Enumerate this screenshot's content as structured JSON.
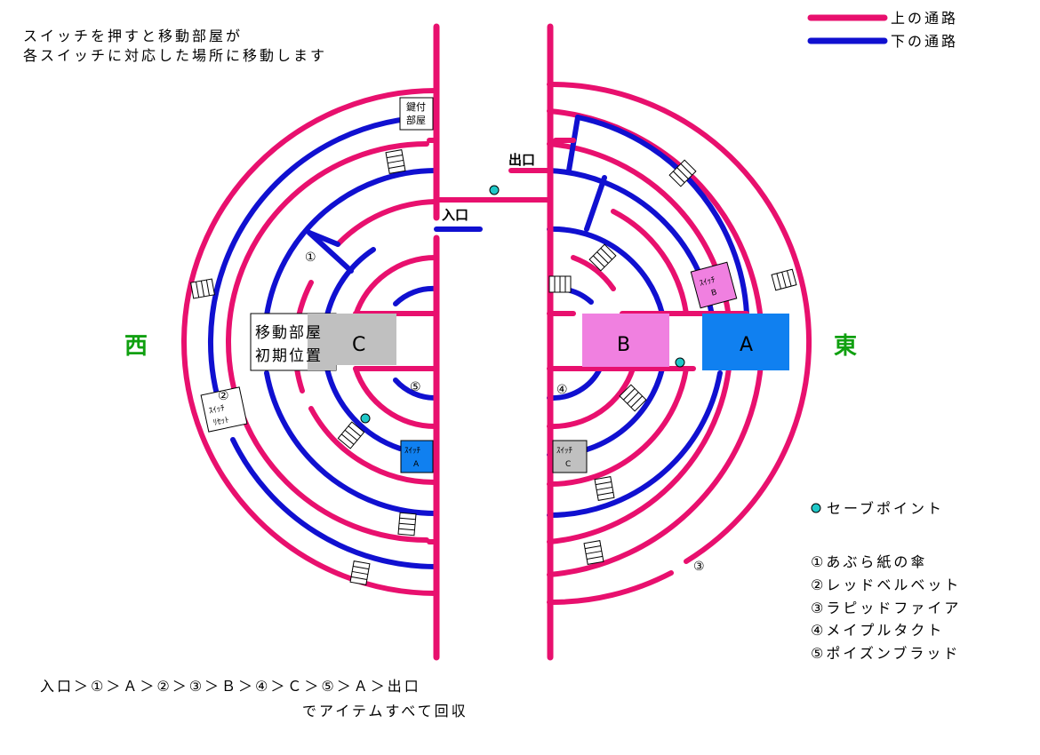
{
  "note": {
    "line1": "スイッチを押すと移動部屋が",
    "line2": "各スイッチに対応した場所に移動します"
  },
  "legend": {
    "upper": {
      "label": "上の通路",
      "color": "#e8106e"
    },
    "lower": {
      "label": "下の通路",
      "color": "#1010d0"
    },
    "save": {
      "label": "セーブポイント",
      "color": "#20c8c8"
    }
  },
  "items": [
    "①あぶら紙の傘",
    "②レッドベルベット",
    "③ラピッドファイア",
    "④メイプルタクト",
    "⑤ポイズンブラッド"
  ],
  "route": {
    "line1": "入口＞①＞Ａ＞②＞③＞Ｂ＞④＞Ｃ＞⑤＞Ａ＞出口",
    "line2": "でアイテムすべて回収"
  },
  "directions": {
    "west": "西",
    "east": "東",
    "color": "#10a010"
  },
  "map": {
    "entrance": "入口",
    "exit": "出口",
    "key_room": [
      "鍵付",
      "部屋"
    ],
    "moving_room": [
      "移動部屋",
      "初期位置"
    ],
    "room_a": "A",
    "room_b": "B",
    "room_c": "C",
    "switch_a": [
      "ｽｲｯﾁ",
      "A"
    ],
    "switch_b": [
      "ｽｲｯﾁ",
      "B"
    ],
    "switch_c": [
      "ｽｲｯﾁ",
      "C"
    ],
    "switch_reset": [
      "ｽｲｯﾁ",
      "ﾘｾｯﾄ"
    ],
    "markers": [
      "①",
      "②",
      "③",
      "④",
      "⑤"
    ],
    "colors": {
      "room_a": "#1080f0",
      "room_b": "#f080e0",
      "room_c": "#c0c0c0"
    }
  }
}
